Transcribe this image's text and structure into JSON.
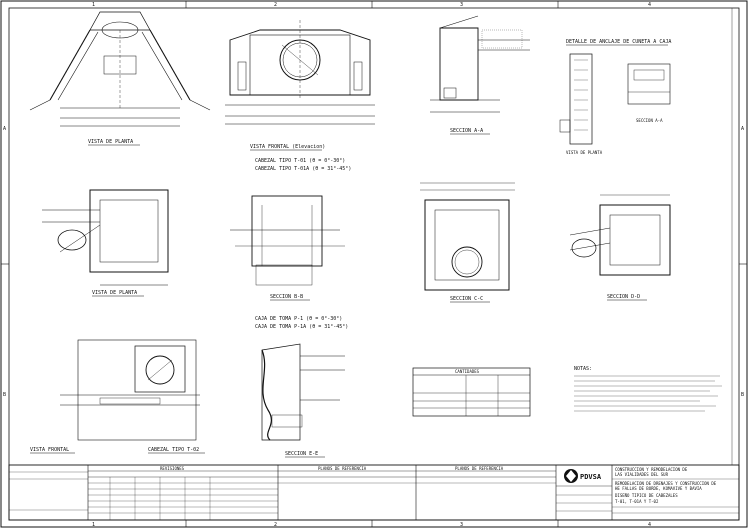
{
  "grid": {
    "columns": [
      "1",
      "2",
      "3",
      "4"
    ],
    "rows": [
      "A",
      "B"
    ]
  },
  "views": {
    "vista_planta_1": "VISTA DE PLANTA",
    "vista_frontal_1": "VISTA FRONTAL (Elevacion)",
    "seccion_a": "SECCION A-A",
    "detalle_anclaje": "DETALLE DE ANCLAJE DE CUNETA A CAJA",
    "vista_planta_det": "VISTA DE PLANTA",
    "seccion_a_det": "SECCION A-A",
    "cabezal_1": "CABEZAL TIPO T-01 (θ = 0°-30°)",
    "cabezal_2": "CABEZAL TIPO T-01A (θ = 31°-45°)",
    "vista_planta_2": "VISTA DE PLANTA",
    "seccion_b": "SECCION B-B",
    "seccion_c": "SECCION C-C",
    "seccion_d": "SECCION D-D",
    "caja_1": "CAJA DE TOMA P-1 (θ = 0°-30°)",
    "caja_2": "CAJA DE TOMA P-1A (θ = 31°-45°)",
    "vista_frontal_2": "VISTA FRONTAL",
    "cabezal_t02": "CABEZAL TIPO T-02",
    "seccion_e": "SECCION E-E",
    "cantidades": "CANTIDADES",
    "notas": "NOTAS:"
  },
  "title_block": {
    "revisiones": "REVISIONES",
    "planos_referencia_1": "PLANOS DE REFERENCIA",
    "planos_referencia_2": "PLANOS DE REFERENCIA",
    "company": "PDVSA",
    "project_line1": "CONSTRUCCION Y REMODELACION DE",
    "project_line2": "LAS VIALIDADES DEL SUR",
    "desc_line1": "REMODELACION DE DRENAJES Y CONSTRUCCION DE",
    "desc_line2": "HE FALLAS DE BORDE, KOMAVIVE Y BAVIA",
    "desc_line3": "DISEÑO TIPICO DE CABEZALES",
    "desc_line4": "T-01, T-01A Y T-02"
  }
}
